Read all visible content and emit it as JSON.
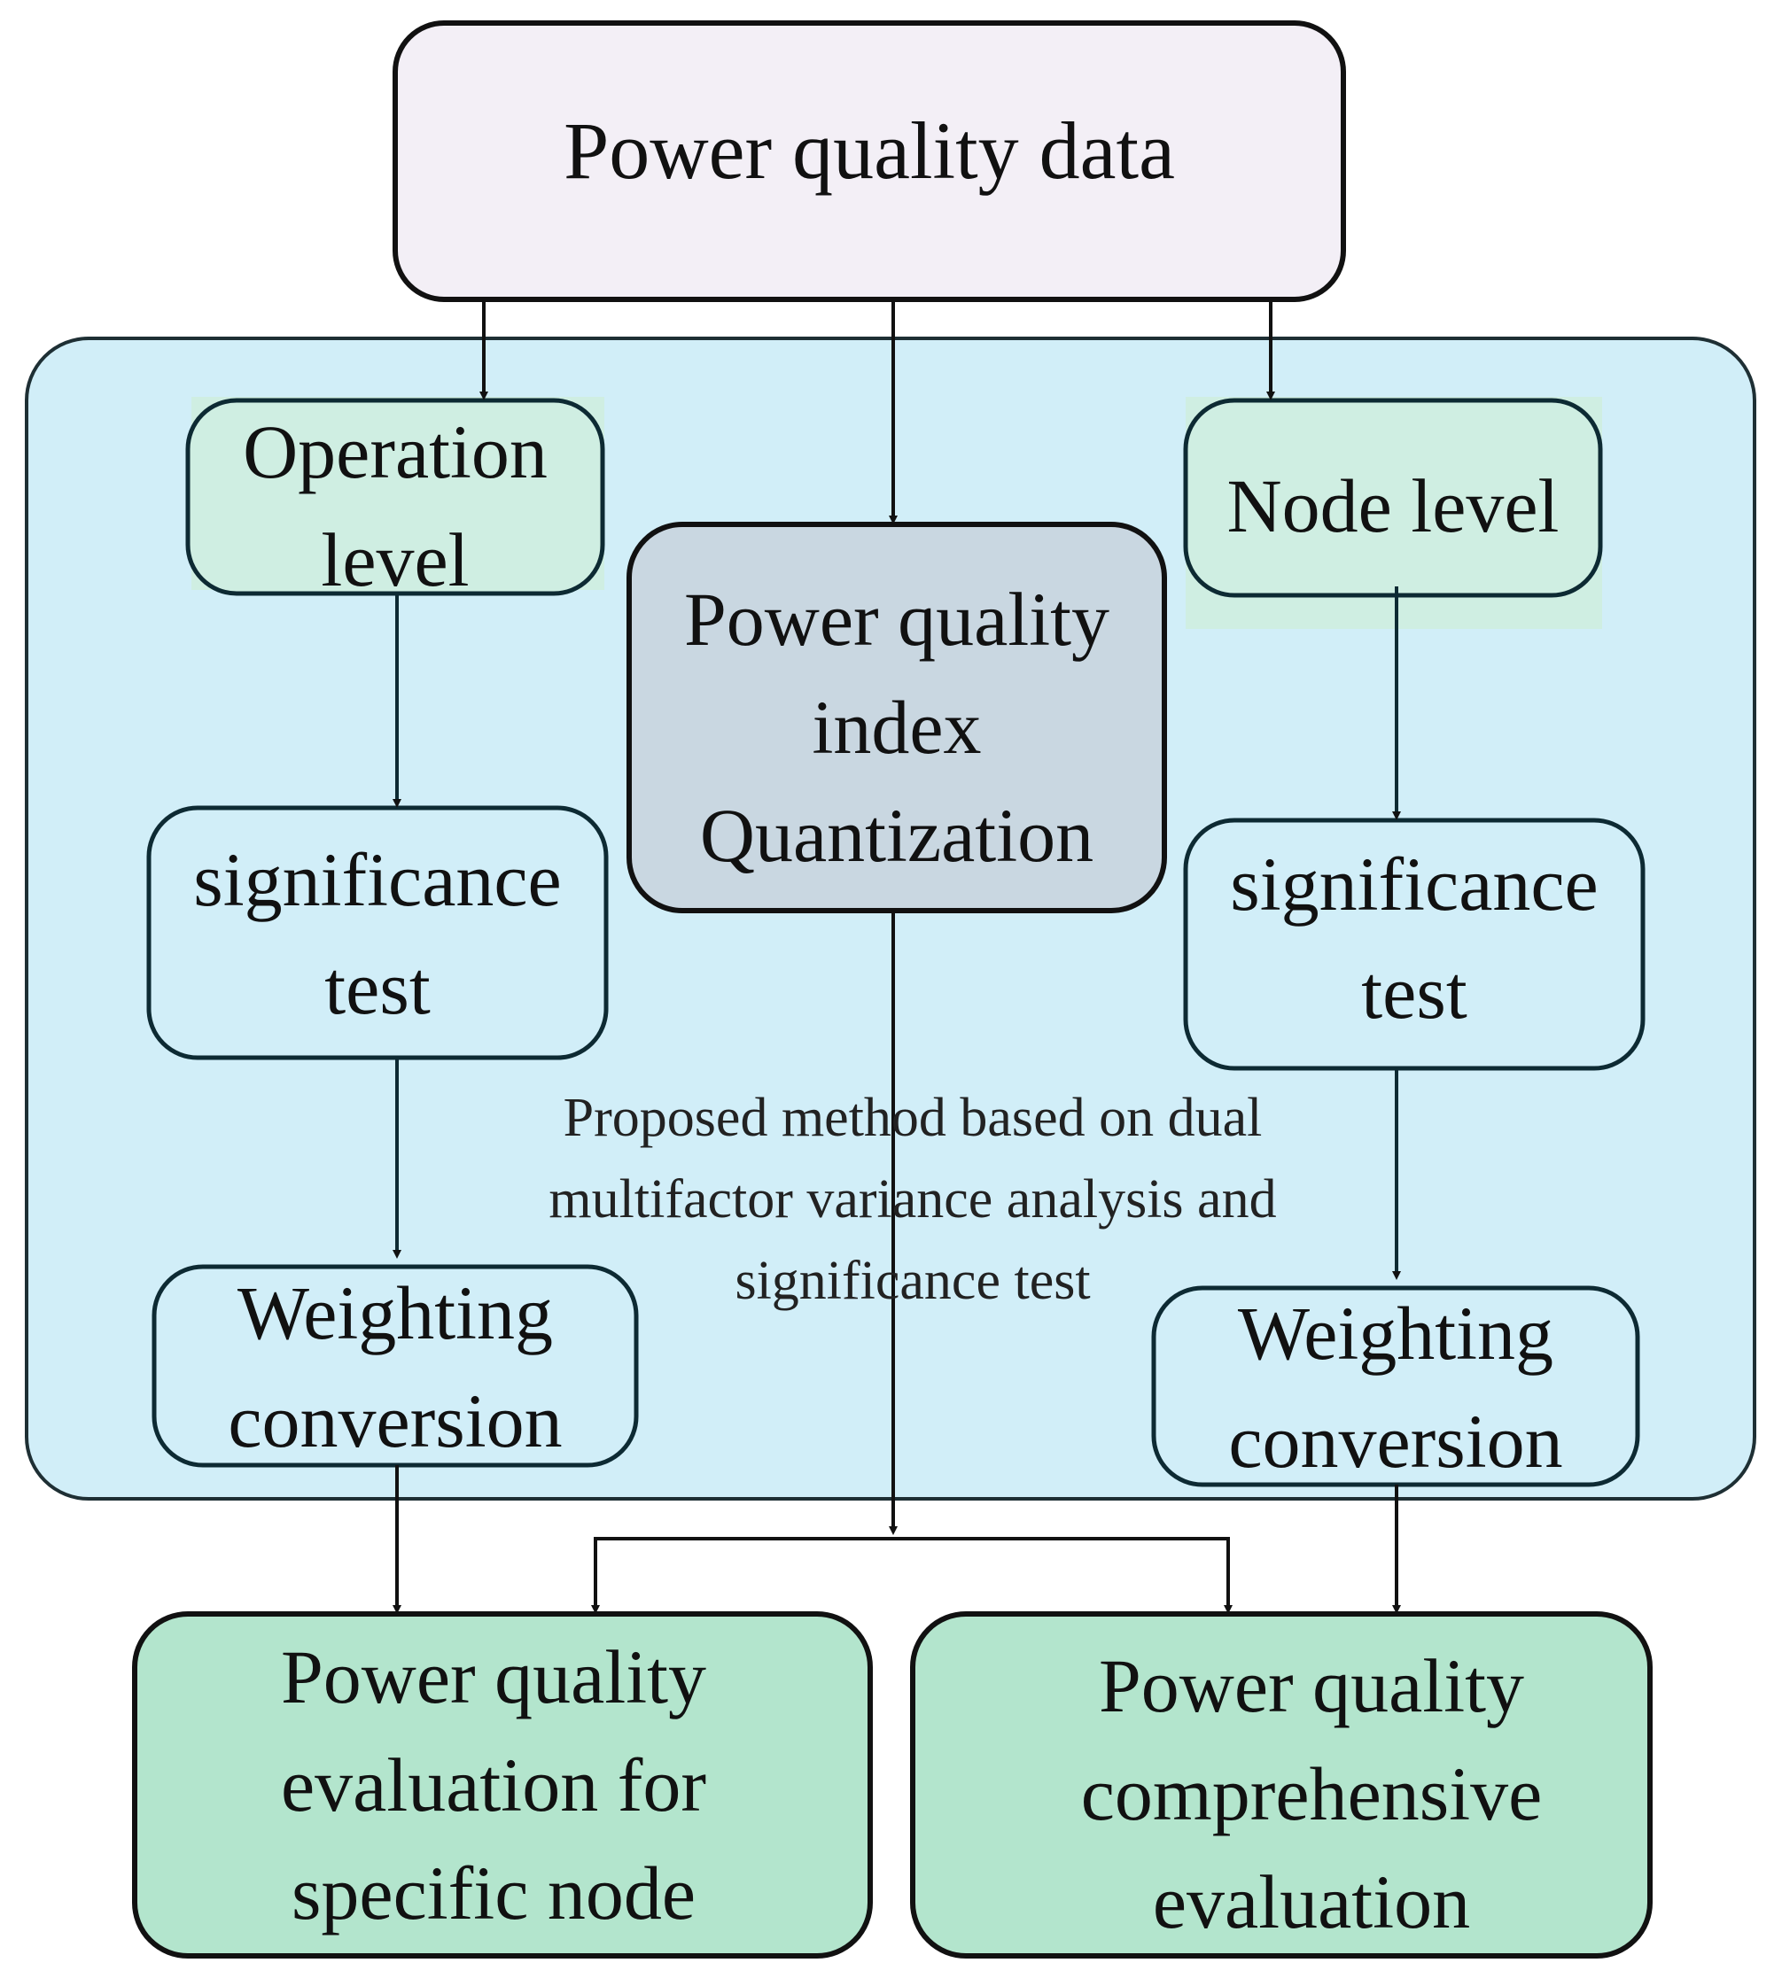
{
  "colors": {
    "top_fill": "#f3eff6",
    "panel_fill": "#d1eef8",
    "level_fill": "#cfeee2",
    "quant_fill": "#c9d7e1",
    "output_fill": "#b3e5cd",
    "stroke": "#111111",
    "panel_stroke": "#1e2f34",
    "step_stroke": "#0d2a33"
  },
  "nodes": {
    "top": {
      "line1": "Power quality data"
    },
    "op_level": {
      "line1": "Operation",
      "line2": "level"
    },
    "node_level": {
      "line1": "Node level"
    },
    "quant": {
      "line1": "Power quality",
      "line2": "index",
      "line3": "Quantization"
    },
    "sig_left": {
      "line1": "significance",
      "line2": "test"
    },
    "sig_right": {
      "line1": "significance",
      "line2": "test"
    },
    "weight_left": {
      "line1": "Weighting",
      "line2": "conversion"
    },
    "weight_right": {
      "line1": "Weighting",
      "line2": "conversion"
    },
    "out_left": {
      "line1": "Power quality",
      "line2": "evaluation for",
      "line3": "specific node"
    },
    "out_right": {
      "line1": "Power quality",
      "line2": "comprehensive",
      "line3": "evaluation"
    }
  },
  "method_note": {
    "line1": "Proposed method based on dual",
    "line2": "multifactor variance analysis and",
    "line3": "significance test"
  }
}
